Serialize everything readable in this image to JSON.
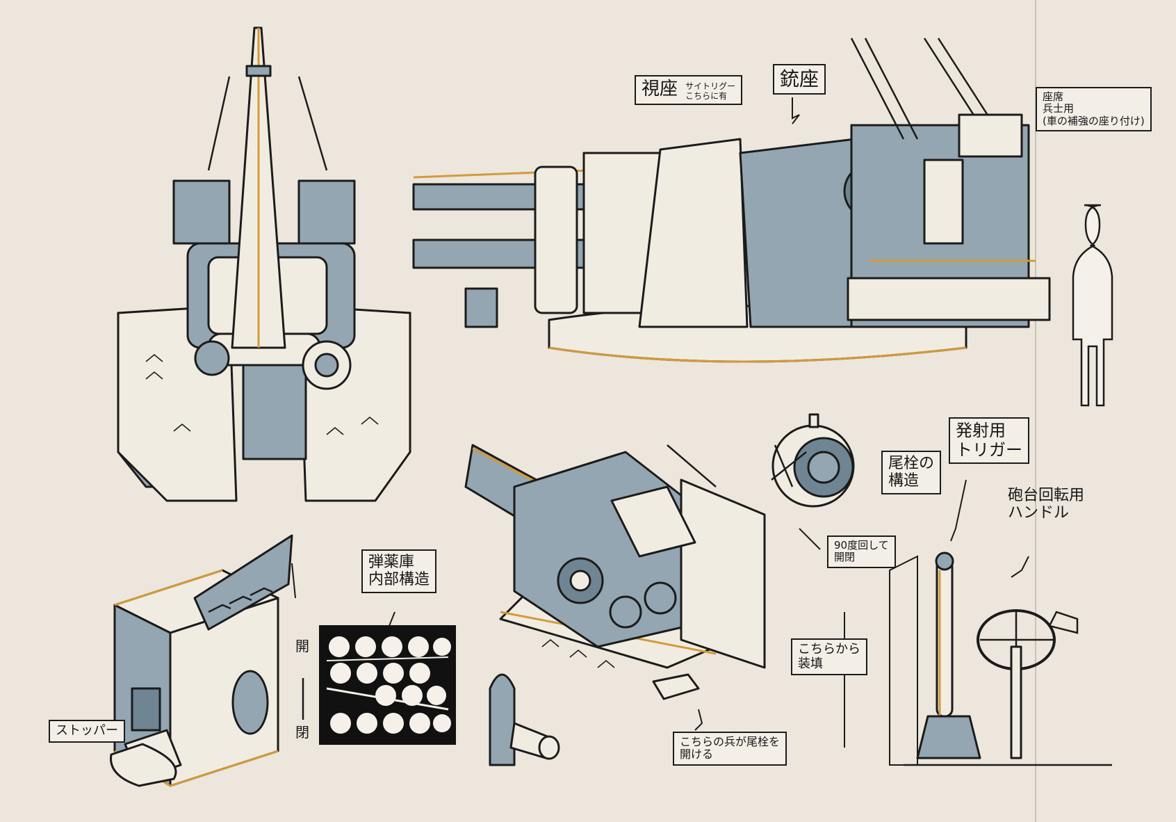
{
  "sheet": {
    "title": "",
    "colors": {
      "paper": "#ece6dc",
      "steel": "#93a6b2",
      "steel_dark": "#6f8593",
      "highlight": "#f1ece2",
      "accent": "#d39a3a",
      "line": "#1b1b1b"
    }
  },
  "annotations": {
    "sight_seat": "視座",
    "sight_seat_note": "サイトリグー\nこちらに有",
    "gun_seat": "銃座",
    "seat_label": "座席\n兵士用\n(車の補強の座り付け)",
    "breech_structure": "尾栓の\n構造",
    "firing_trigger": "発射用\nトリガー",
    "turret_handle": "砲台回転用\nハンドル",
    "rotate_open": "90度回して\n開閉",
    "load_here": "こちらから\n装填",
    "soldier_opens_breech": "こちらの兵が尾栓を\n開ける",
    "magazine_interior": "弾薬庫\n内部構造",
    "stopper": "ストッパー",
    "open": "開",
    "closed": "閉"
  }
}
